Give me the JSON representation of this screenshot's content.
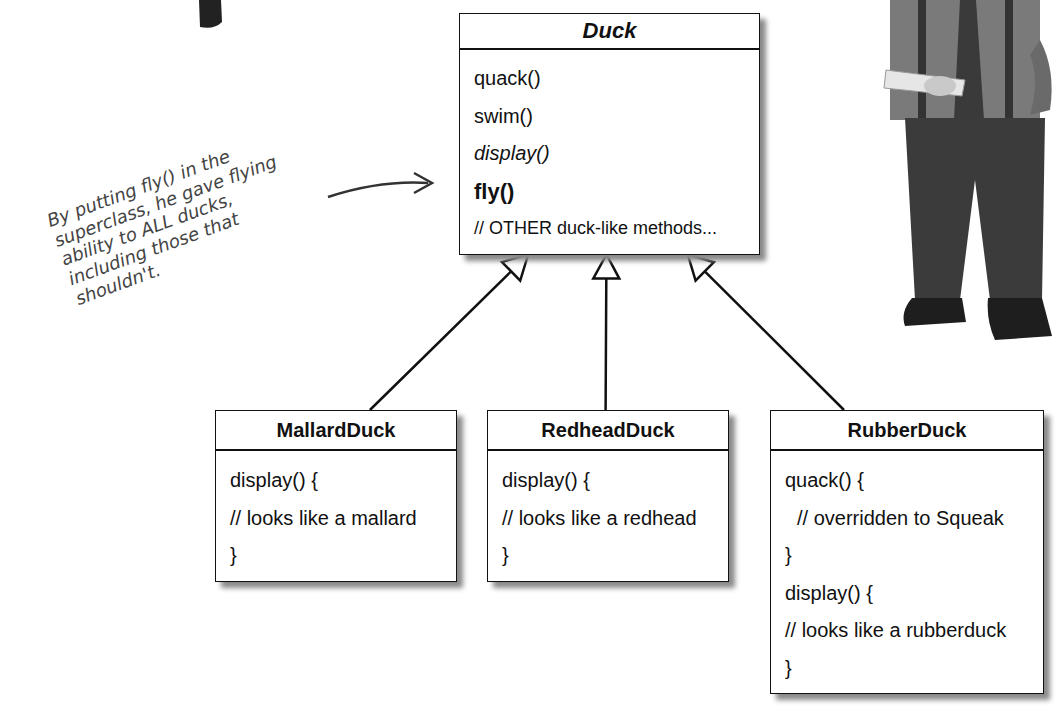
{
  "diagram": {
    "nodes": [
      {
        "text": [
          "Duck",
          "quack()",
          "swim()",
          "display()",
          "fly()",
          "// OTHER duck-like methods..."
        ]
      },
      {
        "text": [
          "MallardDuck",
          "display() {",
          "// looks like a mallard",
          "}"
        ]
      },
      {
        "text": [
          "RedheadDuck",
          "display() {",
          "// looks like a redhead",
          "}"
        ]
      },
      {
        "text": [
          "RubberDuck",
          "quack() {",
          "// overridden to Squeak",
          "}",
          "display() {",
          "// looks like a rubberduck",
          "}"
        ]
      }
    ],
    "edges": [
      {
        "from": 1,
        "to": 0,
        "arrow": "to"
      },
      {
        "from": 2,
        "to": 0,
        "arrow": "to"
      },
      {
        "from": 3,
        "to": 0,
        "arrow": "to"
      }
    ],
    "labels": [
      "By putting fly() in the superclass, he gave flying ability to ALL ducks, including those that shouldn't."
    ]
  }
}
